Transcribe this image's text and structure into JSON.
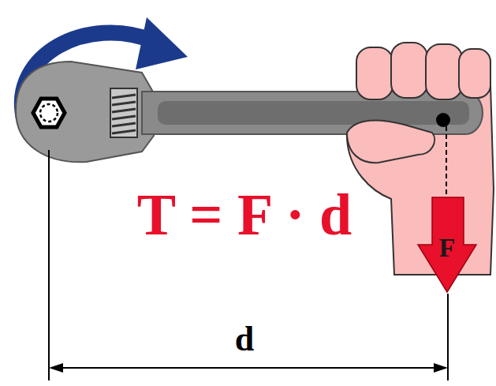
{
  "diagram": {
    "nodes": [
      {
        "text": [
          "F"
        ]
      }
    ],
    "labels": [
      "T = F · d",
      "d"
    ]
  }
}
